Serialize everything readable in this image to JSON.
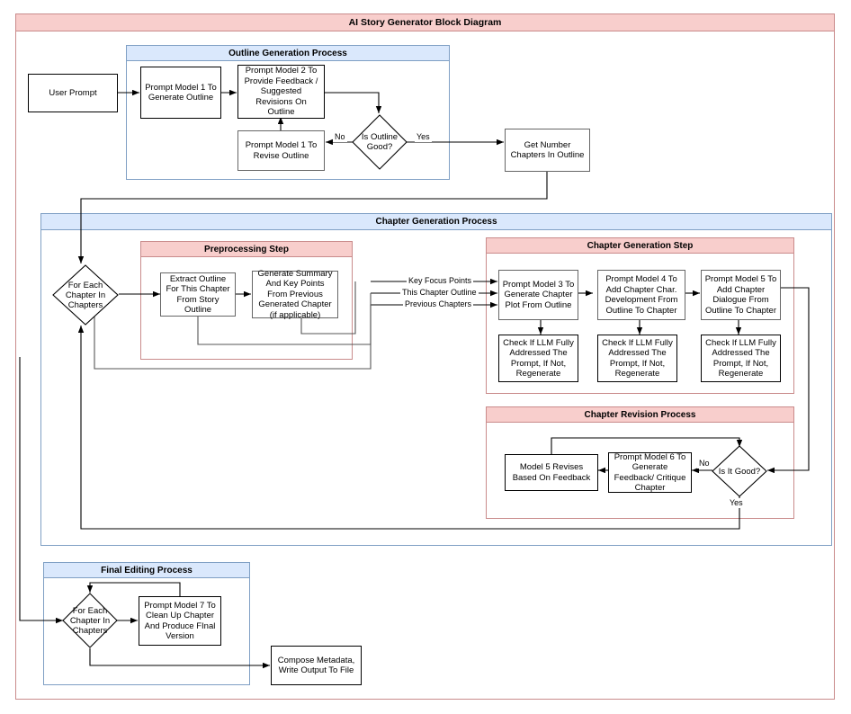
{
  "diagram": {
    "title": "AI Story Generator Block Diagram",
    "colors": {
      "red_fill": "#f8cecc",
      "red_stroke": "#c98b8b",
      "blue_fill": "#dae8fc",
      "blue_stroke": "#7f9fc4",
      "node_stroke": "#000000",
      "canvas": "#ffffff"
    }
  },
  "groups": {
    "outline_process": {
      "title": "Outline Generation Process"
    },
    "chapter_process": {
      "title": "Chapter Generation Process"
    },
    "preprocessing_step": {
      "title": "Preprocessing Step"
    },
    "chapter_generation_step": {
      "title": "Chapter Generation Step"
    },
    "chapter_revision_process": {
      "title": "Chapter Revision Process"
    },
    "final_editing_process": {
      "title": "Final Editing Process"
    }
  },
  "nodes": {
    "user_prompt": "User Prompt",
    "prompt_model_1_generate": "Prompt Model 1 To Generate Outline",
    "prompt_model_2_feedback": "Prompt Model 2 To Provide Feedback / Suggested Revisions On Outline",
    "prompt_model_1_revise": "Prompt Model 1 To Revise Outline",
    "is_outline_good": "Is Outline Good?",
    "get_number_chapters": "Get Number Chapters In Outline",
    "for_each_chapter_1": "For Each Chapter In Chapters",
    "extract_outline": "Extract Outline For This Chapter From Story Outline",
    "generate_summary": "Generate Summary And Key Points From Previous Generated Chapter (if applicable)",
    "prompt_model_3": "Prompt Model 3 To Generate Chapter Plot From Outline",
    "prompt_model_4": "Prompt Model 4 To Add Chapter Char. Development From Outline To Chapter",
    "prompt_model_5": "Prompt Model 5 To Add Chapter Dialogue From Outline To Chapter",
    "check_llm_1": "Check If LLM Fully Addressed The Prompt, If Not, Regenerate",
    "check_llm_2": "Check If LLM Fully Addressed The Prompt, If Not, Regenerate",
    "check_llm_3": "Check If LLM Fully Addressed The Prompt, If Not, Regenerate",
    "model_5_revises": "Model 5 Revises Based On Feedback",
    "prompt_model_6": "Prompt Model 6 To Generate Feedback/ Critique Chapter",
    "is_it_good": "Is It Good?",
    "for_each_chapter_2": "For Each Chapter In Chapters",
    "prompt_model_7": "Prompt Model 7 To Clean Up Chapter And Produce FInal Version",
    "compose_metadata": "Compose Metadata, Write Output To File"
  },
  "edge_labels": {
    "outline_no": "No",
    "outline_yes": "Yes",
    "key_focus_points": "Key Focus Points",
    "this_chapter_outline": "This Chapter Outline",
    "previous_chapters": "Previous Chapters",
    "revision_no": "No",
    "revision_yes": "Yes"
  }
}
